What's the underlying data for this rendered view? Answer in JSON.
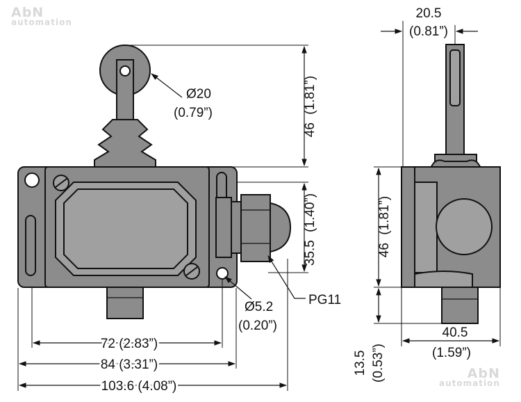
{
  "watermark": {
    "line1": "AbN",
    "line2": "automation"
  },
  "front_view": {
    "roller_diameter": {
      "mm": "Ø20",
      "inch": "(0.79”)"
    },
    "roller_height": {
      "mm": "46",
      "inch": "(1.81”)"
    },
    "body_height": {
      "mm": "35.5",
      "inch": "(1.40”)"
    },
    "hole_diameter": {
      "mm": "Ø5.2",
      "inch": "(0.20”)"
    },
    "gland_label": "PG11",
    "width_72": "72 (2.83”)",
    "width_84": "84 (3.31”)",
    "width_total": "103.6 (4.08”)"
  },
  "side_view": {
    "lever_width": {
      "mm": "20.5",
      "inch": "(0.81”)"
    },
    "body_height": {
      "mm": "46",
      "inch": "(1.81”)"
    },
    "plunger_length": {
      "mm": "13.5",
      "inch": "(0.53”)"
    },
    "body_depth": {
      "mm": "40.5",
      "inch": "(1.59”)"
    }
  },
  "colors": {
    "part_fill": "#8c8c8c",
    "outline": "#111111",
    "background": "#ffffff"
  }
}
